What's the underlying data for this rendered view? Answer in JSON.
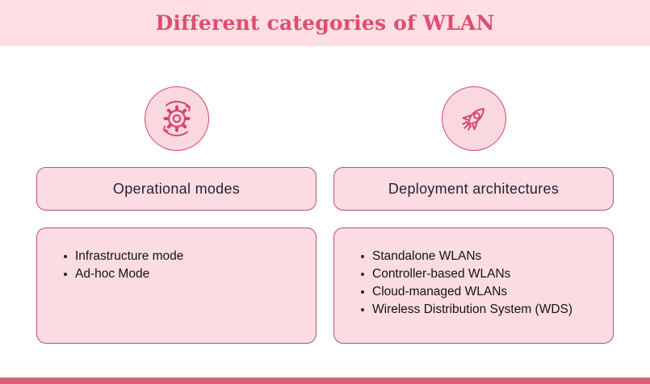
{
  "page": {
    "title": "Different categories of WLAN"
  },
  "columns": [
    {
      "icon": "gear-process-icon",
      "header": "Operational modes",
      "items": [
        "Infrastructure mode",
        "Ad-hoc Mode"
      ]
    },
    {
      "icon": "rocket-icon",
      "header": "Deployment architectures",
      "items": [
        "Standalone WLANs",
        "Controller-based WLANs",
        "Cloud-managed WLANs",
        "Wireless Distribution System (WDS)"
      ]
    }
  ],
  "colors": {
    "banner_bg": "#ffdfe3",
    "title_text": "#dd4e70",
    "box_fill": "#fbdce3",
    "box_border": "#b5526f",
    "icon_circle_fill": "#fad8df",
    "icon_stroke": "#d4476a",
    "header_text": "#2d2133",
    "list_text": "#141414",
    "bottom_bar": "#d85f77",
    "page_bg": "#ffffff"
  }
}
